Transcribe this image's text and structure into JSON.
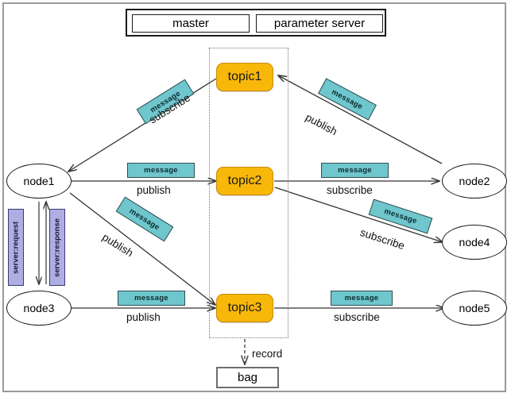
{
  "diagram": {
    "title_bar": {
      "master_label": "master",
      "parameter_server_label": "parameter server"
    },
    "topics": [
      {
        "id": "topic1",
        "label": "topic1"
      },
      {
        "id": "topic2",
        "label": "topic2"
      },
      {
        "id": "topic3",
        "label": "topic3"
      }
    ],
    "nodes": [
      {
        "id": "node1",
        "label": "node1"
      },
      {
        "id": "node2",
        "label": "node2"
      },
      {
        "id": "node3",
        "label": "node3"
      },
      {
        "id": "node4",
        "label": "node4"
      },
      {
        "id": "node5",
        "label": "node5"
      }
    ],
    "bag": {
      "label": "bag"
    },
    "message_label": "message",
    "edges": [
      {
        "from": "topic1",
        "to": "node1",
        "chip": "message",
        "caption": "subscribe"
      },
      {
        "from": "node2",
        "to": "topic1",
        "chip": "message",
        "caption": "publish"
      },
      {
        "from": "node1",
        "to": "topic2",
        "chip": "message",
        "caption": "publish"
      },
      {
        "from": "topic2",
        "to": "node2",
        "chip": "message",
        "caption": "subscribe"
      },
      {
        "from": "topic2",
        "to": "node4",
        "chip": "message",
        "caption": "subscribe"
      },
      {
        "from": "node1",
        "to": "topic3",
        "chip": "message",
        "caption": "publish"
      },
      {
        "from": "node3",
        "to": "topic3",
        "chip": "message",
        "caption": "publish"
      },
      {
        "from": "topic3",
        "to": "node5",
        "chip": "message",
        "caption": "subscribe"
      },
      {
        "from": "topic3",
        "to": "bag",
        "chip": null,
        "caption": "record",
        "style": "dashed"
      }
    ],
    "services": [
      {
        "id": "server-request",
        "label": "server:request"
      },
      {
        "id": "server-response",
        "label": "server:response"
      }
    ],
    "captions": {
      "subscribe": "subscribe",
      "publish": "publish",
      "record": "record"
    },
    "colors": {
      "topic_fill": "#f7b80a",
      "topic_border": "#c98a06",
      "message_fill": "#6fc6cd",
      "message_border": "#2f4f52",
      "service_fill": "#adaee2",
      "service_border": "#3a3a6e",
      "edge": "#333333",
      "frame_border": "#9a9a9a",
      "dotted_border": "#777777"
    }
  }
}
